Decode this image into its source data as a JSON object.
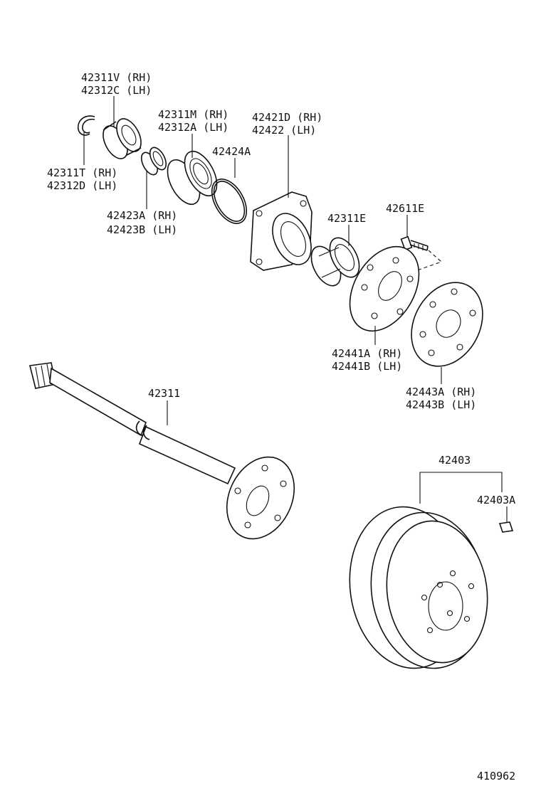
{
  "labels": {
    "p42311V": "42311V (RH)",
    "p42312C": "42312C (LH)",
    "p42311M": "42311M (RH)",
    "p42312A": "42312A (LH)",
    "p42421D": "42421D (RH)",
    "p42422": "42422   (LH)",
    "p42424A": "42424A",
    "p42311T": "42311T (RH)",
    "p42312D": "42312D (LH)",
    "p42423A": "42423A (RH)",
    "p42423B": "42423B (LH)",
    "p42311E": "42311E",
    "p42611E": "42611E",
    "p42441A": "42441A (RH)",
    "p42441B": "42441B (LH)",
    "p42443A": "42443A (RH)",
    "p42443B": "42443B (LH)",
    "p42311": "42311",
    "p42403": "42403",
    "p42403A": "42403A"
  },
  "figure_number": "410962"
}
